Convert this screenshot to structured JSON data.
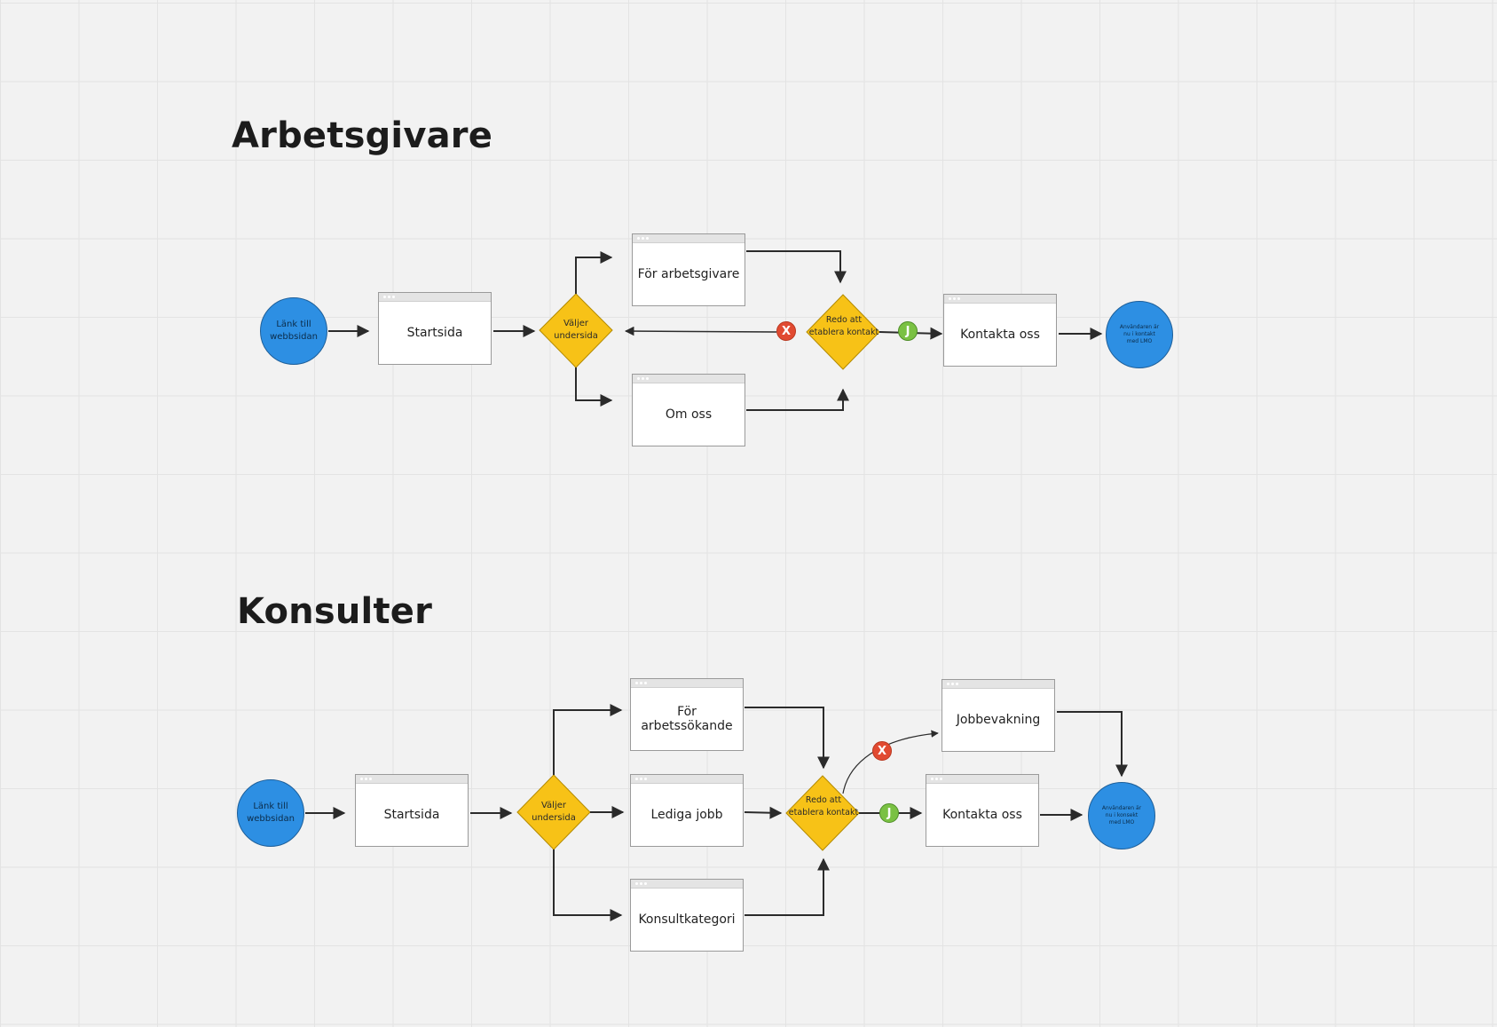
{
  "colors": {
    "background": "#f2f2f2",
    "circle": "#2d8fe3",
    "decision": "#f7c217",
    "badge_no": "#e14a31",
    "badge_yes": "#7ac143",
    "line": "#2b2b2b"
  },
  "arbetsgivare": {
    "title": "Arbetsgivare",
    "start": "Länk till webbsidan",
    "startsida": "Startsida",
    "decision1": "Väljer undersida",
    "page_top": "För arbetsgivare",
    "page_bottom": "Om oss",
    "decision2": "Redo att etablera kontakt",
    "badge_no": "X",
    "badge_yes": "J",
    "kontakta": "Kontakta oss",
    "end": "Användaren är nu i kontakt med LMO"
  },
  "konsulter": {
    "title": "Konsulter",
    "start": "Länk till webbsidan",
    "startsida": "Startsida",
    "decision1": "Väljer undersida",
    "page_top": "För arbetssökande",
    "page_mid": "Lediga jobb",
    "page_bottom": "Konsultkategori",
    "decision2": "Redo att etablera kontakt",
    "badge_no": "X",
    "badge_yes": "J",
    "jobbevakning": "Jobbevakning",
    "kontakta": "Kontakta oss",
    "end": "Användaren är nu i konsekt med LMO"
  }
}
